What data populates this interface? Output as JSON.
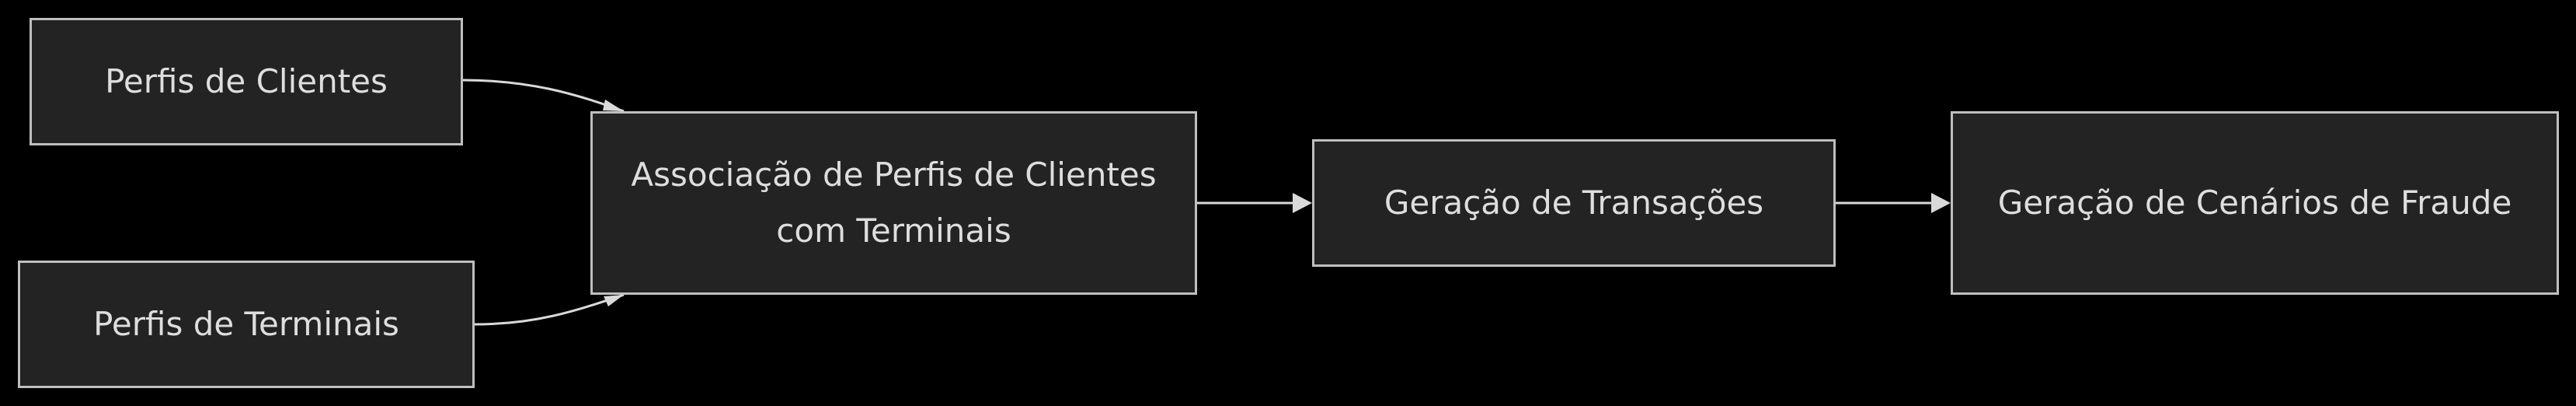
{
  "diagram": {
    "type": "flowchart",
    "direction": "left-to-right",
    "colors": {
      "background": "#000000",
      "node_fill": "#232323",
      "node_border": "#bfbfbf",
      "text": "#dedede",
      "edge": "#d9d9d9"
    },
    "nodes": {
      "perfis_clientes": "Perfis de Clientes",
      "perfis_terminais": "Perfis de Terminais",
      "associacao": "Associação de Perfis de Clientes com Terminais",
      "geracao_transacoes": "Geração de Transações",
      "geracao_fraude": "Geração de Cenários de Fraude"
    },
    "edges": [
      {
        "from": "perfis_clientes",
        "to": "associacao"
      },
      {
        "from": "perfis_terminais",
        "to": "associacao"
      },
      {
        "from": "associacao",
        "to": "geracao_transacoes"
      },
      {
        "from": "geracao_transacoes",
        "to": "geracao_fraude"
      }
    ]
  }
}
